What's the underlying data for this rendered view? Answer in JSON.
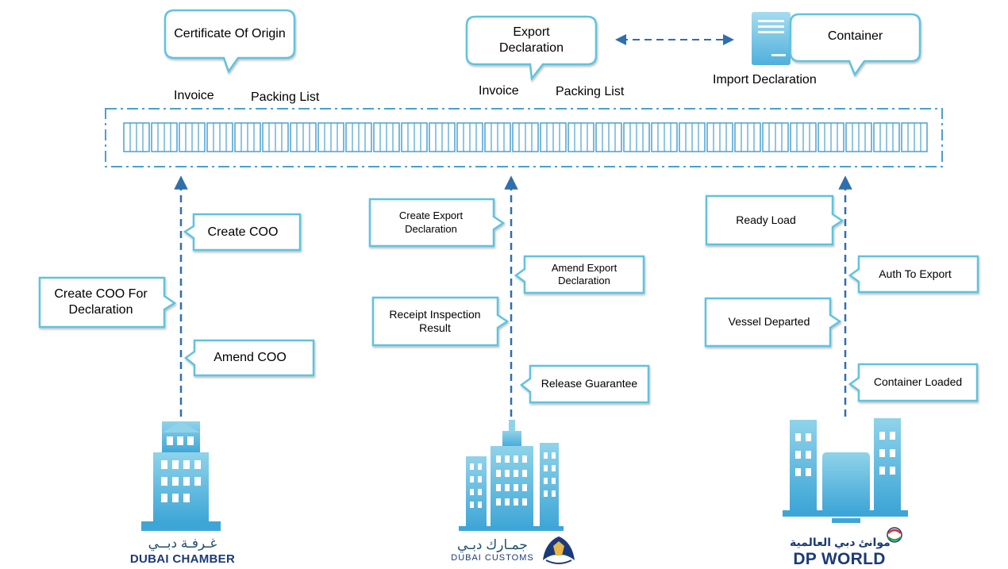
{
  "labels": {
    "invoice_left": "Invoice",
    "packing_left": "Packing List",
    "invoice_mid": "Invoice",
    "packing_mid": "Packing List",
    "import_declaration": "Import Declaration"
  },
  "callouts": {
    "certificate_of_origin": "Certificate Of Origin",
    "export_declaration": "Export Declaration",
    "container": "Container"
  },
  "chamber": {
    "create_coo": "Create COO",
    "create_coo_for_declaration": "Create COO For Declaration",
    "amend_coo": "Amend COO"
  },
  "customs": {
    "create_export_declaration": "Create Export Declaration",
    "amend_export_declaration": "Amend Export Declaration",
    "receipt_inspection_result": "Receipt Inspection Result",
    "release_guarantee": "Release Guarantee"
  },
  "dpworld": {
    "ready_load": "Ready Load",
    "auth_to_export": "Auth To Export",
    "vessel_departed": "Vessel Departed",
    "container_loaded": "Container Loaded"
  },
  "logos": {
    "chamber_ar": "غـرفـة دبــي",
    "chamber_en": "DUBAI CHAMBER",
    "customs_ar": "جمـارك دبـي",
    "customs_en": "DUBAI CUSTOMS",
    "dpworld_ar": "موانئ دبي العالمية",
    "dpworld_en": "DP WORLD"
  },
  "colors": {
    "callout_border": "#5ec3df",
    "callout_fill": "#ffffff",
    "dashed_line": "#2f6fae",
    "chain_border": "#4aa0d0",
    "building_top": "#8fd3ea",
    "building_bottom": "#3ea6d6",
    "server_top": "#a6dcef",
    "server_bottom": "#4fb0dc"
  },
  "icons": [
    "chamber-building-icon",
    "customs-building-icon",
    "dpworld-building-icon",
    "server-icon",
    "falcon-emblem-icon"
  ]
}
